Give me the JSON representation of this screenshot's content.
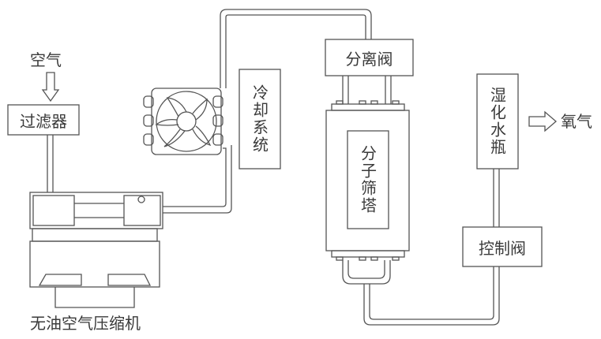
{
  "labels": {
    "air": "空气",
    "filter": "过滤器",
    "compressor": "无油空气压缩机",
    "cooling": "冷却系统",
    "separation_valve": "分离阀",
    "molecular_sieve": "分子筛塔",
    "humidifier": "湿化水瓶",
    "oxygen": "氧气",
    "control_valve": "控制阀"
  },
  "colors": {
    "stroke": "#555555",
    "text": "#3a3a3a",
    "background": "#ffffff"
  },
  "icons": [
    "arrow-down-icon",
    "arrow-right-icon",
    "fan-icon"
  ]
}
